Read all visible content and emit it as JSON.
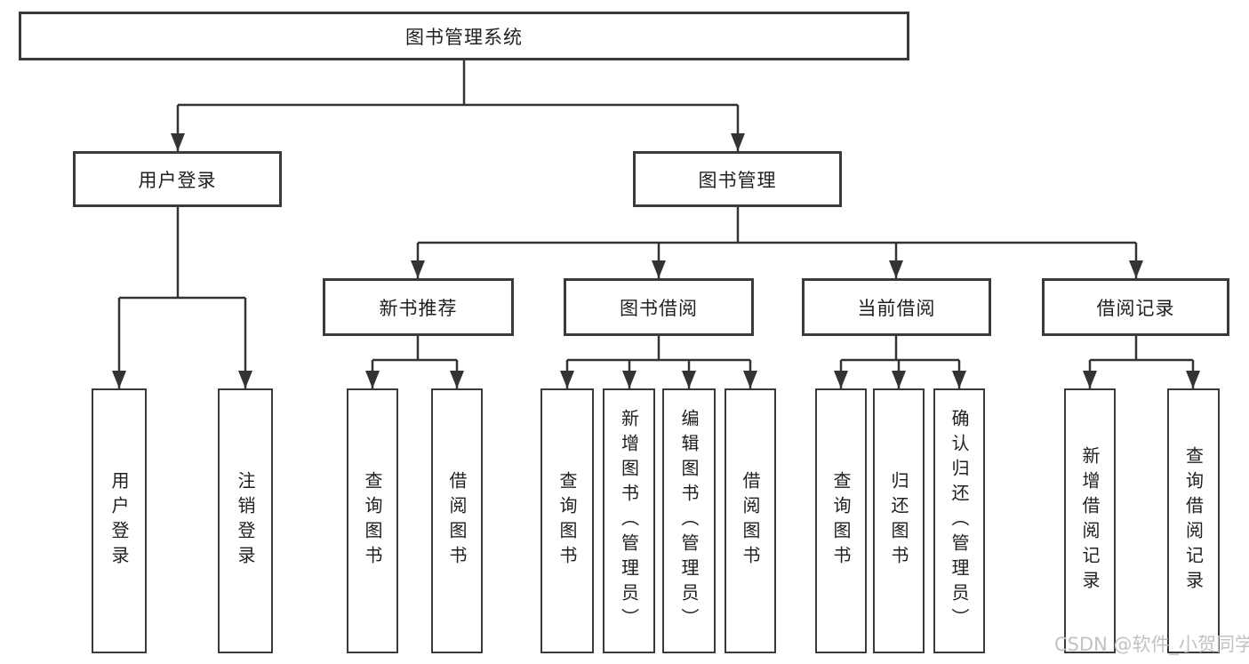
{
  "tree": {
    "root": {
      "label": "图书管理系统"
    },
    "branches": [
      {
        "label": "用户登录",
        "children": [
          {
            "label": "用户登录"
          },
          {
            "label": "注销登录"
          }
        ]
      },
      {
        "label": "图书管理",
        "children": [
          {
            "label": "新书推荐",
            "children": [
              {
                "label": "查询图书"
              },
              {
                "label": "借阅图书"
              }
            ]
          },
          {
            "label": "图书借阅",
            "children": [
              {
                "label": "查询图书"
              },
              {
                "label": "新增图书（管理员）"
              },
              {
                "label": "编辑图书（管理员）"
              },
              {
                "label": "借阅图书"
              }
            ]
          },
          {
            "label": "当前借阅",
            "children": [
              {
                "label": "查询图书"
              },
              {
                "label": "归还图书"
              },
              {
                "label": "确认归还（管理员）"
              }
            ]
          },
          {
            "label": "借阅记录",
            "children": [
              {
                "label": "新增借阅记录"
              },
              {
                "label": "查询借阅记录"
              }
            ]
          }
        ]
      }
    ]
  },
  "watermark": {
    "text": "CSDN @软件_小贺同学"
  },
  "colors": {
    "line": "#333333",
    "box_border": "#3a3a3a",
    "text": "#1f1f1f",
    "background": "#ffffff",
    "watermark": "#c2c2c2"
  }
}
